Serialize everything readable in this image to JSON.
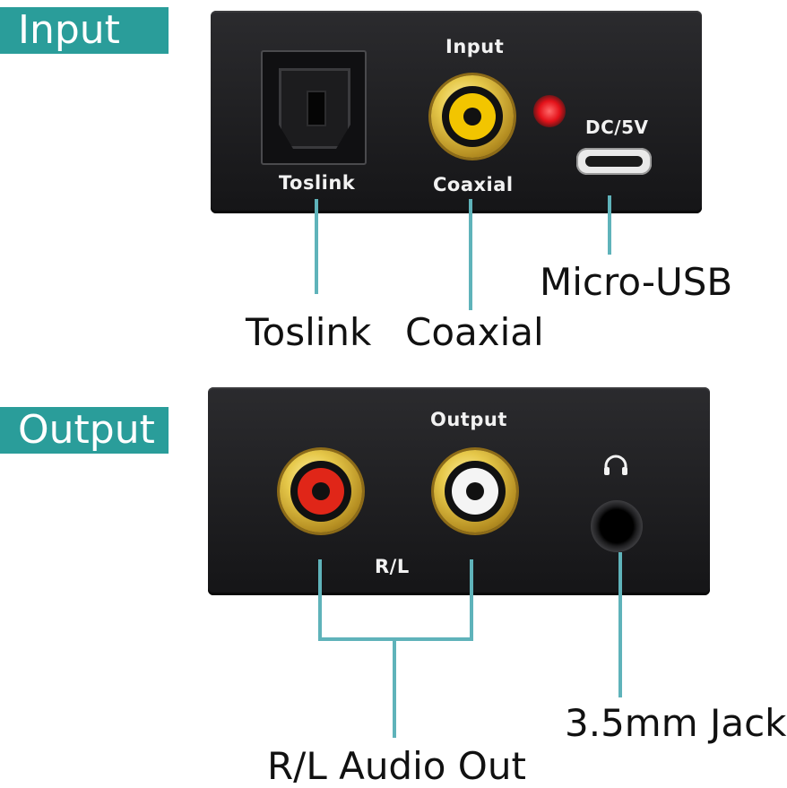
{
  "sections": {
    "input_tag": "Input",
    "output_tag": "Output"
  },
  "input_panel": {
    "toslink_label": "Toslink",
    "input_label": "Input",
    "coaxial_label": "Coaxial",
    "dc_label": "DC/5V"
  },
  "output_panel": {
    "output_label": "Output",
    "rl_label": "R/L",
    "headphone_icon": "headphone-icon"
  },
  "callouts": {
    "toslink": "Toslink",
    "coaxial": "Coaxial",
    "micro_usb": "Micro-USB",
    "audio_out": "R/L Audio Out",
    "jack": "3.5mm Jack"
  },
  "colors": {
    "accent": "#2a9d9a",
    "line": "#5fb3ba",
    "led": "#e4121a",
    "coaxial_core": "#f2c500",
    "right_core": "#e02618",
    "left_core": "#f4f4f4"
  }
}
